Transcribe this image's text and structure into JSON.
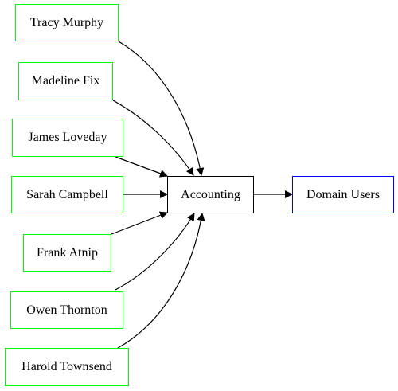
{
  "graph": {
    "members": [
      {
        "id": "tracy",
        "label": "Tracy Murphy"
      },
      {
        "id": "madeline",
        "label": "Madeline Fix"
      },
      {
        "id": "james",
        "label": "James Loveday"
      },
      {
        "id": "sarah",
        "label": "Sarah Campbell"
      },
      {
        "id": "frank",
        "label": "Frank Atnip"
      },
      {
        "id": "owen",
        "label": "Owen Thornton"
      },
      {
        "id": "harold",
        "label": "Harold Townsend"
      }
    ],
    "group": {
      "id": "accounting",
      "label": "Accounting"
    },
    "parent_group": {
      "id": "domain_users",
      "label": "Domain Users"
    },
    "edges": [
      {
        "from": "tracy",
        "to": "accounting"
      },
      {
        "from": "madeline",
        "to": "accounting"
      },
      {
        "from": "james",
        "to": "accounting"
      },
      {
        "from": "sarah",
        "to": "accounting"
      },
      {
        "from": "frank",
        "to": "accounting"
      },
      {
        "from": "owen",
        "to": "accounting"
      },
      {
        "from": "harold",
        "to": "accounting"
      },
      {
        "from": "accounting",
        "to": "domain_users"
      }
    ],
    "colors": {
      "member_border": "#00ff00",
      "group_border": "#000000",
      "parent_group_border": "#0000ff",
      "edge": "#000000"
    }
  }
}
